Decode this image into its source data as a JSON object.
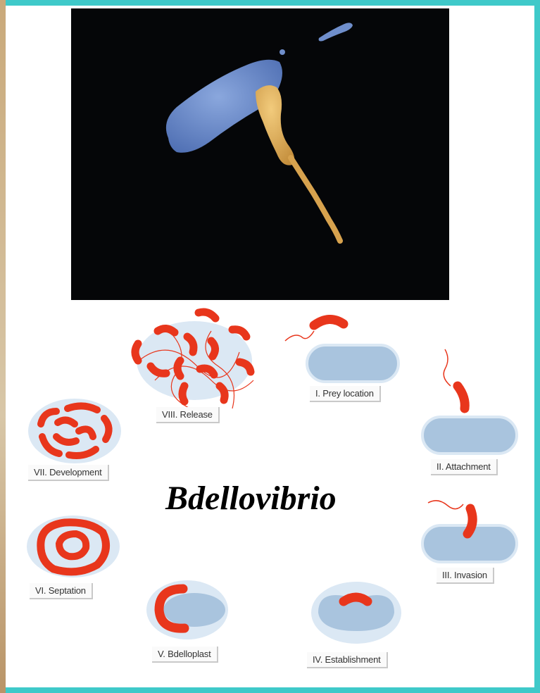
{
  "title": "Bdellovibrio",
  "stages": [
    {
      "id": "prey-location",
      "label": "I. Prey location"
    },
    {
      "id": "attachment",
      "label": "II. Attachment"
    },
    {
      "id": "invasion",
      "label": "III. Invasion"
    },
    {
      "id": "establishment",
      "label": "IV. Establishment"
    },
    {
      "id": "bdelloplast",
      "label": "V. Bdelloplast"
    },
    {
      "id": "septation",
      "label": "VI. Septation"
    },
    {
      "id": "development",
      "label": "VII. Development"
    },
    {
      "id": "release",
      "label": "VIII. Release"
    }
  ],
  "colors": {
    "frame": "#3fc9c9",
    "prey_cell": "#a9c4de",
    "bdellovibrio": "#e8361c",
    "micrograph_bg": "#050608",
    "prey_micrograph": "#6f8ecb",
    "predator_micrograph": "#e2b05a"
  }
}
